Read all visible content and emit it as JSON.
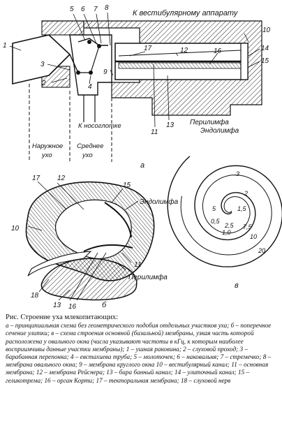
{
  "figure": {
    "top_label": "К вестибулярному аппарату",
    "nasopharynx_label": "К носоглотке",
    "perilymph_label": "Перилимфа",
    "endolymph_label": "Эндолимфа",
    "outer_ear_label": "Наружное\nухо",
    "middle_ear_label": "Среднее\nухо",
    "panel_a": "а",
    "panel_b": "б",
    "panel_v": "в",
    "section_endolymph": "Эндолимфа",
    "section_perilymph": "Перилимфа",
    "numbers_a": [
      "1",
      "2",
      "3",
      "4",
      "5",
      "6",
      "7",
      "8",
      "9",
      "10",
      "11",
      "12",
      "13",
      "14",
      "15",
      "16",
      "17"
    ],
    "numbers_b": [
      "10",
      "11",
      "12",
      "13",
      "15",
      "16",
      "17",
      "18"
    ],
    "spiral_numbers": [
      "3",
      "2",
      "1,5",
      "1,0",
      "0,5",
      "5",
      "2,5",
      "7,5",
      "10",
      "20"
    ]
  },
  "caption": {
    "title": "Рис.  Строение уха млекопитающих:",
    "body": "а – принципиальная схема без геометрического подобия отдельных участков уха; б – поперечное сечение улитки; в – схема строения основной (базальной) мембраны, узкая часть которой расположена у овального окна (числа указывают частоты в кГц, к которым наиболее восприимчивы данные участки мембраны); 1 – ушная раковина; 2 – слуховой проход; 3 – барабанная перепонка; 4 – евстахиева труба; 5 – молоточек; 6 – наковальня; 7 – стремечко; 8 – мембрана овального окна; 9 – мембрана круглого окна 10 – вестибулярный канал; 11 – основная мембрана; 12 – мембрана Рейснера; 13 – бара банный канал; 14 – улиточный канал; 15 – геликотрема; 16 – орган Корти; 17 – текторальная мембрана; 18 – слуховой нерв"
  }
}
